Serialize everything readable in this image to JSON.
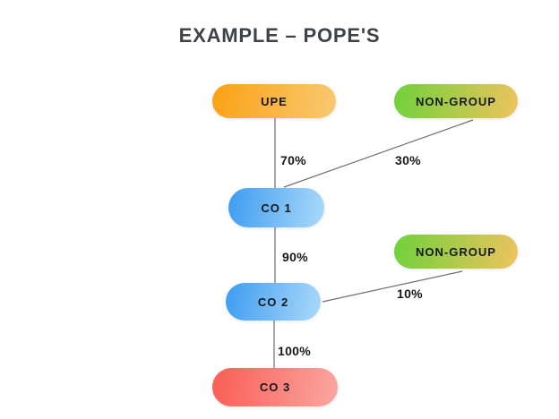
{
  "title": "EXAMPLE – POPE'S",
  "nodes": {
    "upe": {
      "label": "UPE"
    },
    "non_group_1": {
      "label": "NON-GROUP"
    },
    "co1": {
      "label": "CO 1"
    },
    "non_group_2": {
      "label": "NON-GROUP"
    },
    "co2": {
      "label": "CO 2"
    },
    "co3": {
      "label": "CO 3"
    }
  },
  "edges": {
    "upe_co1": {
      "from": "UPE",
      "to": "CO 1",
      "label": "70%"
    },
    "ng1_co1": {
      "from": "NON-GROUP",
      "to": "CO 1",
      "label": "30%"
    },
    "co1_co2": {
      "from": "CO 1",
      "to": "CO 2",
      "label": "90%"
    },
    "ng2_co2": {
      "from": "NON-GROUP",
      "to": "CO 2",
      "label": "10%"
    },
    "co2_co3": {
      "from": "CO 2",
      "to": "CO 3",
      "label": "100%"
    }
  },
  "colors": {
    "orange_start": "#FBA114",
    "orange_end": "#F9C971",
    "green_start": "#6FD13B",
    "green_end": "#EEC35F",
    "blue_start": "#3E9CF1",
    "blue_end": "#AAD9FA",
    "red_start": "#F95D54",
    "red_end": "#FBA6A1",
    "line": "#6E6E6E",
    "title_text": "#3F4246",
    "node_text": "#17181C"
  }
}
